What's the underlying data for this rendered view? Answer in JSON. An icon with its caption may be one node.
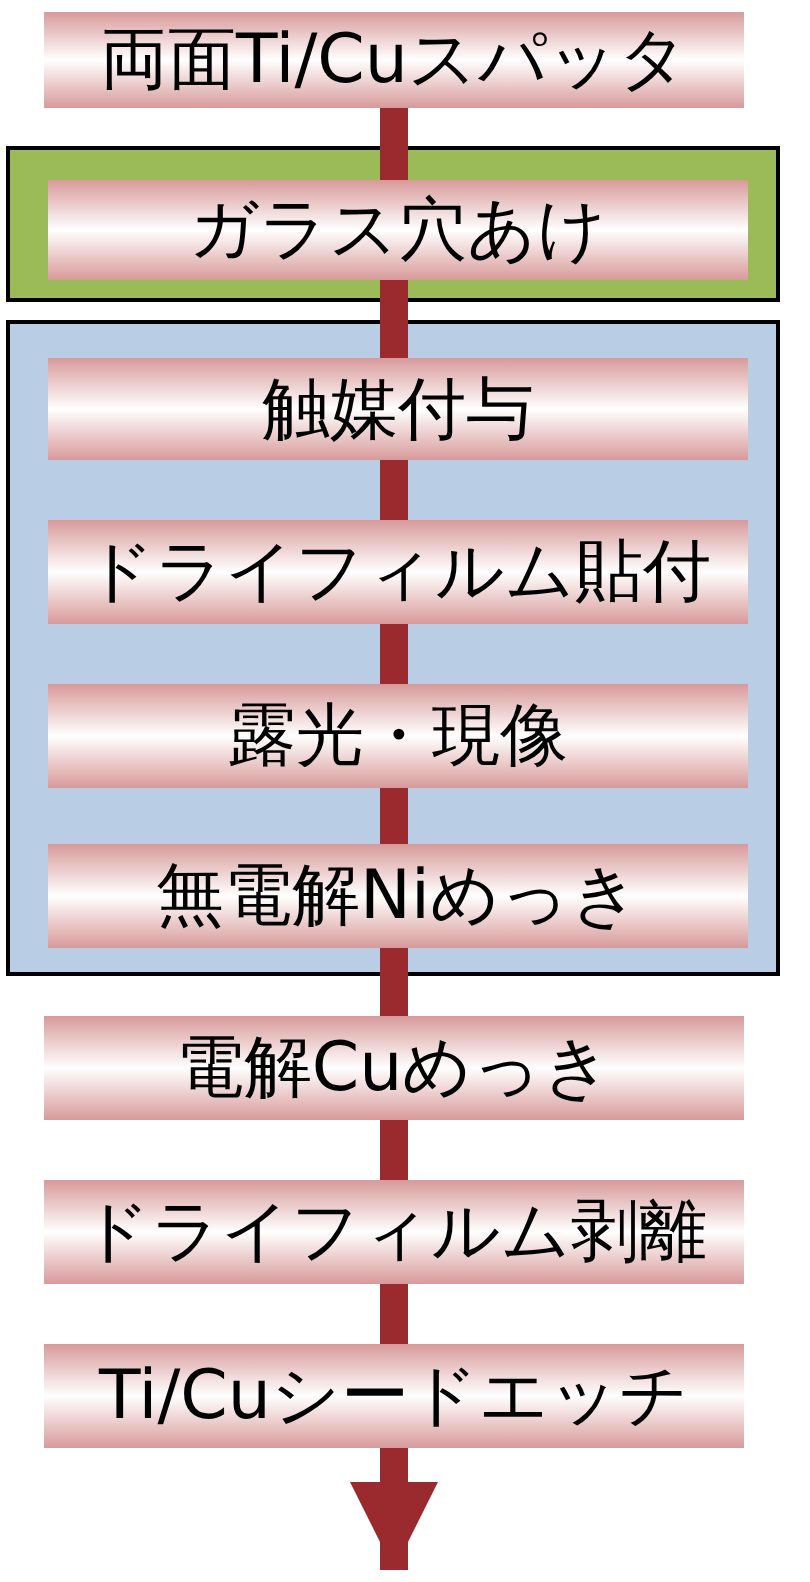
{
  "diagram": {
    "nodes": [
      {
        "text": [
          "両面Ti/Cuスパッタ"
        ]
      },
      {
        "text": [],
        "shape": "box"
      },
      {
        "text": [
          "ガラス穴あけ"
        ],
        "in": 1
      },
      {
        "text": [],
        "shape": "box"
      },
      {
        "text": [
          "触媒付与"
        ],
        "in": 3
      },
      {
        "text": [
          "ドライフィルム貼付"
        ],
        "in": 3
      },
      {
        "text": [
          "露光・現像"
        ],
        "in": 3
      },
      {
        "text": [
          "無電解Niめっき"
        ],
        "in": 3
      },
      {
        "text": [
          "電解Cuめっき"
        ]
      },
      {
        "text": [
          "ドライフィルム剥離"
        ]
      },
      {
        "text": [
          "Ti/Cuシードエッチ"
        ]
      }
    ],
    "edges": [
      {
        "from": 0,
        "to": 2,
        "arrow": "none"
      },
      {
        "from": 2,
        "to": 4,
        "arrow": "none"
      },
      {
        "from": 4,
        "to": 5,
        "arrow": "none"
      },
      {
        "from": 5,
        "to": 6,
        "arrow": "none"
      },
      {
        "from": 6,
        "to": 7,
        "arrow": "none"
      },
      {
        "from": 7,
        "to": 8,
        "arrow": "none"
      },
      {
        "from": 8,
        "to": 9,
        "arrow": "none"
      },
      {
        "from": 9,
        "to": 10,
        "arrow": "none"
      },
      {
        "from": 10,
        "to": null,
        "arrow": "to"
      }
    ]
  }
}
